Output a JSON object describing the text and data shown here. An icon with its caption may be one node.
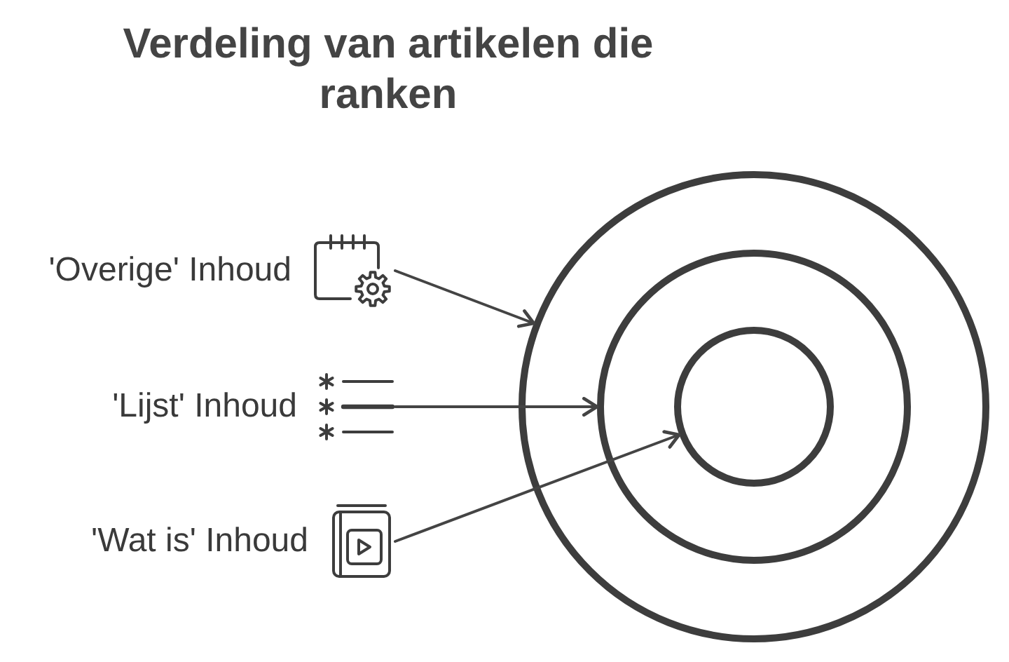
{
  "diagram": {
    "title": "Verdeling van artikelen die ranken",
    "nodes": [
      {
        "text": [
          "'Overige' Inhoud"
        ]
      },
      {
        "text": [
          "'Lijst' Inhoud"
        ]
      },
      {
        "text": [
          "'Wat is' Inhoud"
        ]
      },
      {
        "text": [],
        "shape": "circle"
      },
      {
        "text": [],
        "shape": "circle",
        "in": 3
      },
      {
        "text": [],
        "shape": "circle",
        "in": 4
      }
    ],
    "edges": [
      {
        "from": 0,
        "to": 3,
        "arrow": "to"
      },
      {
        "from": 1,
        "to": 4,
        "arrow": "to"
      },
      {
        "from": 2,
        "to": 5,
        "arrow": "to"
      }
    ]
  }
}
